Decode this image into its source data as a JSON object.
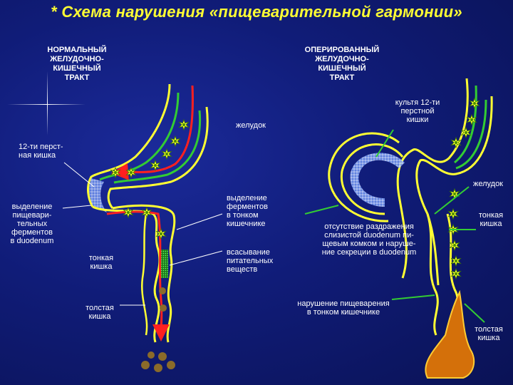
{
  "title": "* Схема нарушения «пищеварительной гармонии»",
  "left_header": "НОРМАЛЬНЫЙ\nЖЕЛУДОЧНО-\nКИШЕЧНЫЙ\nТРАКТ",
  "right_header": "ОПЕРИРОВАННЫЙ\nЖЕЛУДОЧНО-\nКИШЕЧНЫЙ\nТРАКТ",
  "labels": {
    "stomach_left": "желудок",
    "duodenum_left": "12-ти перст-\nная кишка",
    "enzyme_secretion_duodenum": "выделение\nпищевари-\nтельных\nферментов\nв duodenum",
    "small_intestine_left": "тонкая\nкишка",
    "large_intestine_left": "толстая\nкишка",
    "enzymes_small_intestine": "выделение\nферментов\nв тонком\nкишечнике",
    "nutrient_absorption": "всасывание\nпитательных\nвеществ",
    "duodenal_stump": "культя 12-ти\nперстной\nкишки",
    "stomach_right": "желудок",
    "small_intestine_right": "тонкая\nкишка",
    "no_stimulation": "отсутствие раздражения\nслизистой duodenum пи-\nщевым комком и наруше-\nние секреции в duodenum",
    "digestion_disorder": "нарушение пищеварения\nв тонком кишечнике",
    "large_intestine_right": "толстая\nкишка"
  },
  "colors": {
    "background": "#101c78",
    "title": "#ffff33",
    "tract_outline": "#ffff33",
    "mucosa": "#33cc33",
    "food_flow": "#ff2020",
    "enzyme_star": "#ffff33",
    "pointer": "#33cc33",
    "stool": "#8b6b2a",
    "stool_right": "#d4700a"
  }
}
